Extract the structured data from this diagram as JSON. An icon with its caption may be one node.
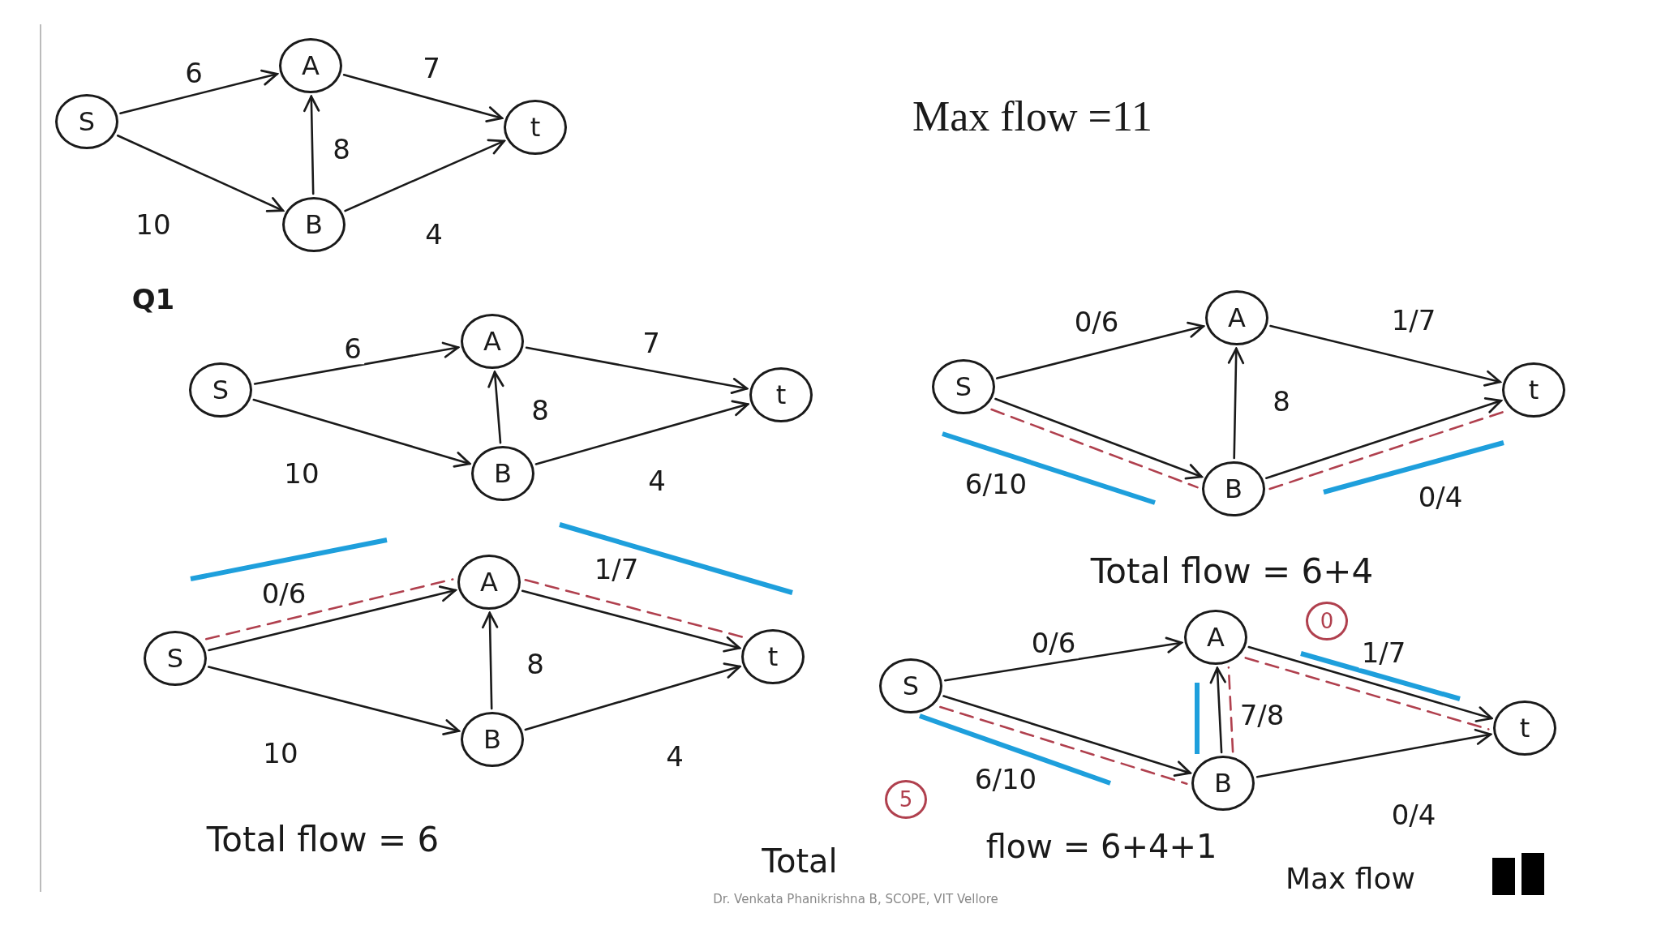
{
  "diagram": {
    "nodes": [
      {
        "text": [
          "S"
        ]
      },
      {
        "text": [
          "A"
        ]
      },
      {
        "text": [
          "B"
        ]
      },
      {
        "text": [
          "t"
        ]
      },
      {
        "text": [
          "S"
        ]
      },
      {
        "text": [
          "A"
        ]
      },
      {
        "text": [
          "B"
        ]
      },
      {
        "text": [
          "t"
        ]
      },
      {
        "text": [
          "S"
        ]
      },
      {
        "text": [
          "A"
        ]
      },
      {
        "text": [
          "B"
        ]
      },
      {
        "text": [
          "t"
        ]
      },
      {
        "text": [
          "S"
        ]
      },
      {
        "text": [
          "A"
        ]
      },
      {
        "text": [
          "B"
        ]
      },
      {
        "text": [
          "t"
        ]
      },
      {
        "text": [
          "S"
        ]
      },
      {
        "text": [
          "A"
        ]
      },
      {
        "text": [
          "B"
        ]
      },
      {
        "text": [
          "t"
        ]
      },
      {
        "text": [
          "0"
        ]
      },
      {
        "text": [
          "5"
        ]
      }
    ],
    "edges": [
      {
        "from": 0,
        "to": 1,
        "arrow": "to",
        "label": "6"
      },
      {
        "from": 0,
        "to": 2,
        "arrow": "to",
        "label": "10"
      },
      {
        "from": 2,
        "to": 1,
        "arrow": "to",
        "label": "8"
      },
      {
        "from": 1,
        "to": 3,
        "arrow": "to",
        "label": "7"
      },
      {
        "from": 2,
        "to": 3,
        "arrow": "to",
        "label": "4"
      },
      {
        "from": 4,
        "to": 5,
        "arrow": "to",
        "label": "6"
      },
      {
        "from": 4,
        "to": 6,
        "arrow": "to",
        "label": "10"
      },
      {
        "from": 6,
        "to": 5,
        "arrow": "to",
        "label": "8"
      },
      {
        "from": 5,
        "to": 7,
        "arrow": "to",
        "label": "7"
      },
      {
        "from": 6,
        "to": 7,
        "arrow": "to",
        "label": "4"
      },
      {
        "from": 8,
        "to": 9,
        "arrow": "to",
        "label": "0/6"
      },
      {
        "from": 8,
        "to": 10,
        "arrow": "to",
        "label": "10"
      },
      {
        "from": 10,
        "to": 9,
        "arrow": "to",
        "label": "8"
      },
      {
        "from": 9,
        "to": 11,
        "arrow": "to",
        "label": "1/7"
      },
      {
        "from": 10,
        "to": 11,
        "arrow": "to",
        "label": "4"
      },
      {
        "from": 12,
        "to": 13,
        "arrow": "to",
        "label": "0/6"
      },
      {
        "from": 12,
        "to": 14,
        "arrow": "to",
        "label": "6/10"
      },
      {
        "from": 14,
        "to": 13,
        "arrow": "to",
        "label": "8"
      },
      {
        "from": 13,
        "to": 15,
        "arrow": "to",
        "label": "1/7"
      },
      {
        "from": 14,
        "to": 15,
        "arrow": "to",
        "label": "0/4"
      },
      {
        "from": 16,
        "to": 17,
        "arrow": "to",
        "label": "0/6"
      },
      {
        "from": 16,
        "to": 18,
        "arrow": "to",
        "label": "6/10"
      },
      {
        "from": 18,
        "to": 17,
        "arrow": "to",
        "label": "7/8"
      },
      {
        "from": 17,
        "to": 19,
        "arrow": "to",
        "label": "1/7"
      },
      {
        "from": 18,
        "to": 19,
        "arrow": "to",
        "label": "0/4"
      },
      {
        "from": 8,
        "to": 9,
        "arrow": "none",
        "style": "dashed",
        "color": "#b0404e"
      },
      {
        "from": 9,
        "to": 11,
        "arrow": "none",
        "style": "dashed",
        "color": "#b0404e"
      },
      {
        "from": 12,
        "to": 14,
        "arrow": "none",
        "style": "dashed",
        "color": "#b0404e"
      },
      {
        "from": 14,
        "to": 15,
        "arrow": "none",
        "style": "dashed",
        "color": "#b0404e"
      },
      {
        "from": 16,
        "to": 18,
        "arrow": "none",
        "style": "dashed",
        "color": "#b0404e"
      },
      {
        "from": 18,
        "to": 17,
        "arrow": "none",
        "style": "dashed",
        "color": "#b0404e"
      },
      {
        "from": 17,
        "to": 19,
        "arrow": "none",
        "style": "dashed",
        "color": "#b0404e"
      }
    ],
    "labels": [
      "Max flow =11",
      "Q1",
      "Total flow = 6+4",
      "Total flow = 6",
      "flow = 6+4+1",
      "Total",
      "Max flow",
      "Dr. Venkata Phanikrishna B, SCOPE, VIT Vellore"
    ]
  }
}
